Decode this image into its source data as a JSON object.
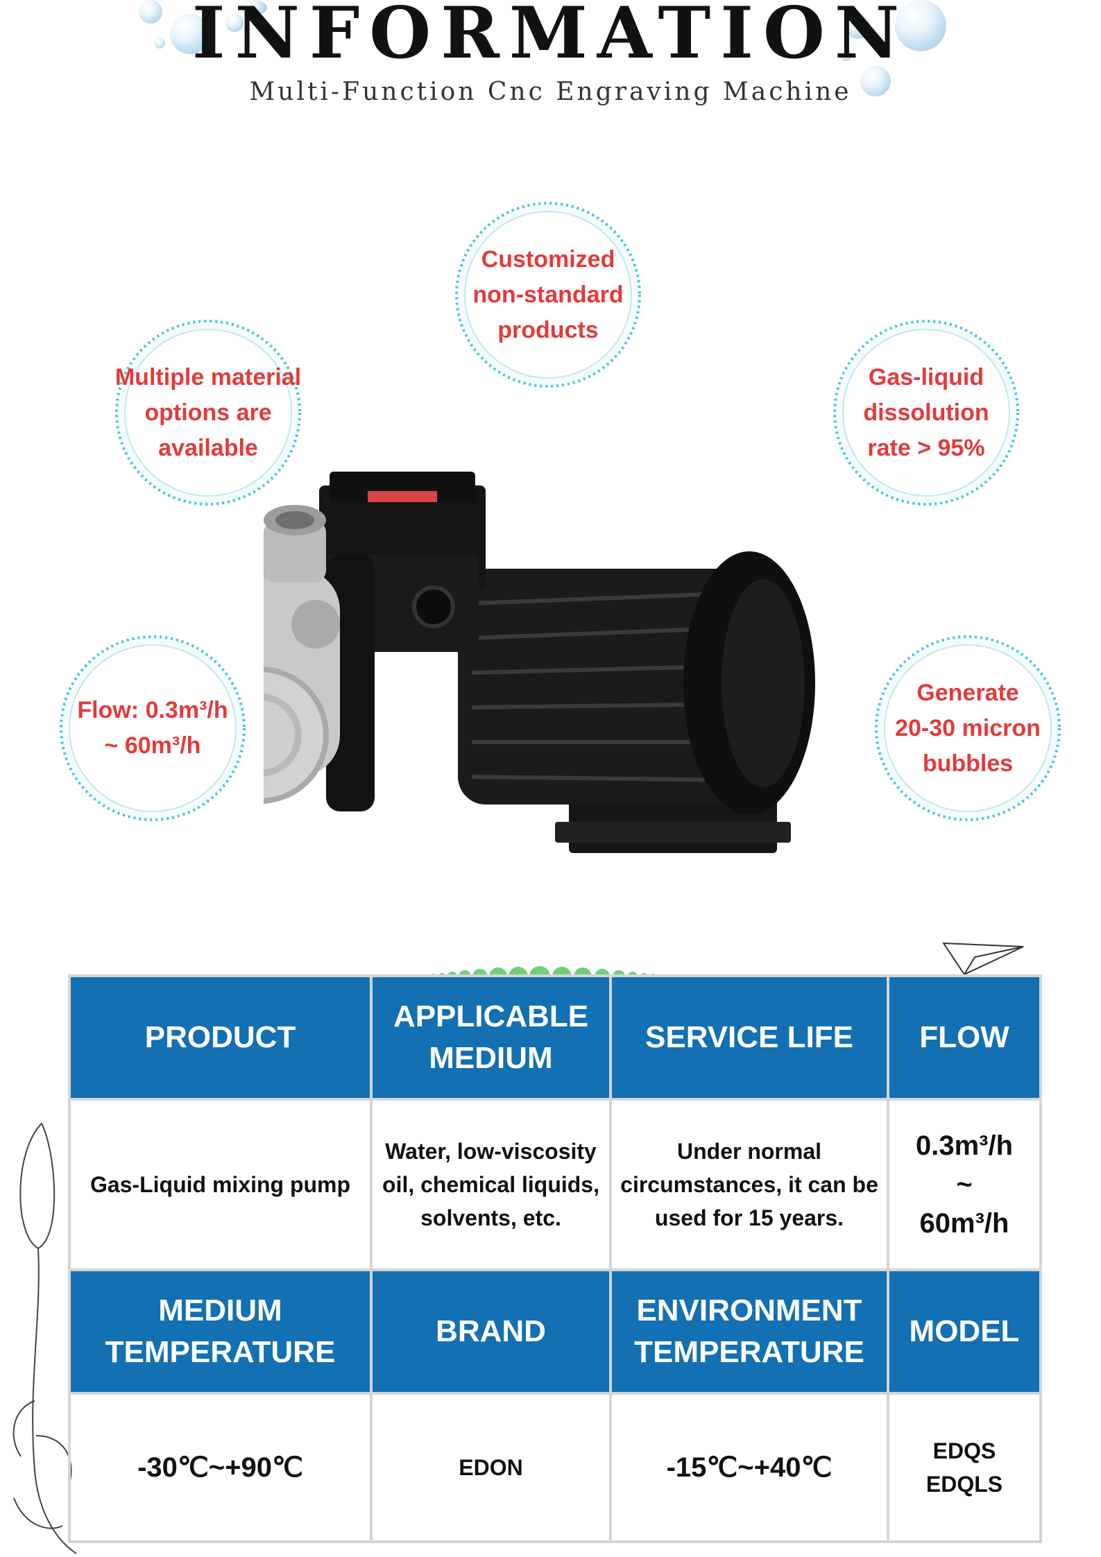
{
  "header": {
    "title": "INFORMATION",
    "subtitle": "Multi-Function Cnc Engraving Machine"
  },
  "features": [
    {
      "text": "Customized\nnon-standard\nproducts"
    },
    {
      "text": "Multiple material\noptions are\navailable"
    },
    {
      "text": "Gas-liquid\ndissolution\nrate > 95%"
    },
    {
      "text": "Flow: 0.3m³/h\n~  60m³/h"
    },
    {
      "text": "Generate\n20-30 micron\nbubbles"
    }
  ],
  "colors": {
    "accent_red": "#e43a3a",
    "header_blue": "#1370b2",
    "badge_ring": "#3fc7d3"
  },
  "table": {
    "row1_headers": [
      "PRODUCT",
      "APPLICABLE MEDIUM",
      "SERVICE LIFE",
      "FLOW"
    ],
    "row1_values": [
      "Gas-Liquid mixing pump",
      "Water, low-viscosity oil, chemical liquids, solvents, etc.",
      "Under normal circumstances, it can be used for 15 years.",
      "0.3m³/h\n~\n60m³/h"
    ],
    "row2_headers": [
      "MEDIUM TEMPERATURE",
      "BRAND",
      "ENVIRONMENT TEMPERATURE",
      "MODEL"
    ],
    "row2_values": [
      "-30℃~+90℃",
      "EDON",
      "-15℃~+40℃",
      "EDQS\nEDQLS"
    ]
  }
}
